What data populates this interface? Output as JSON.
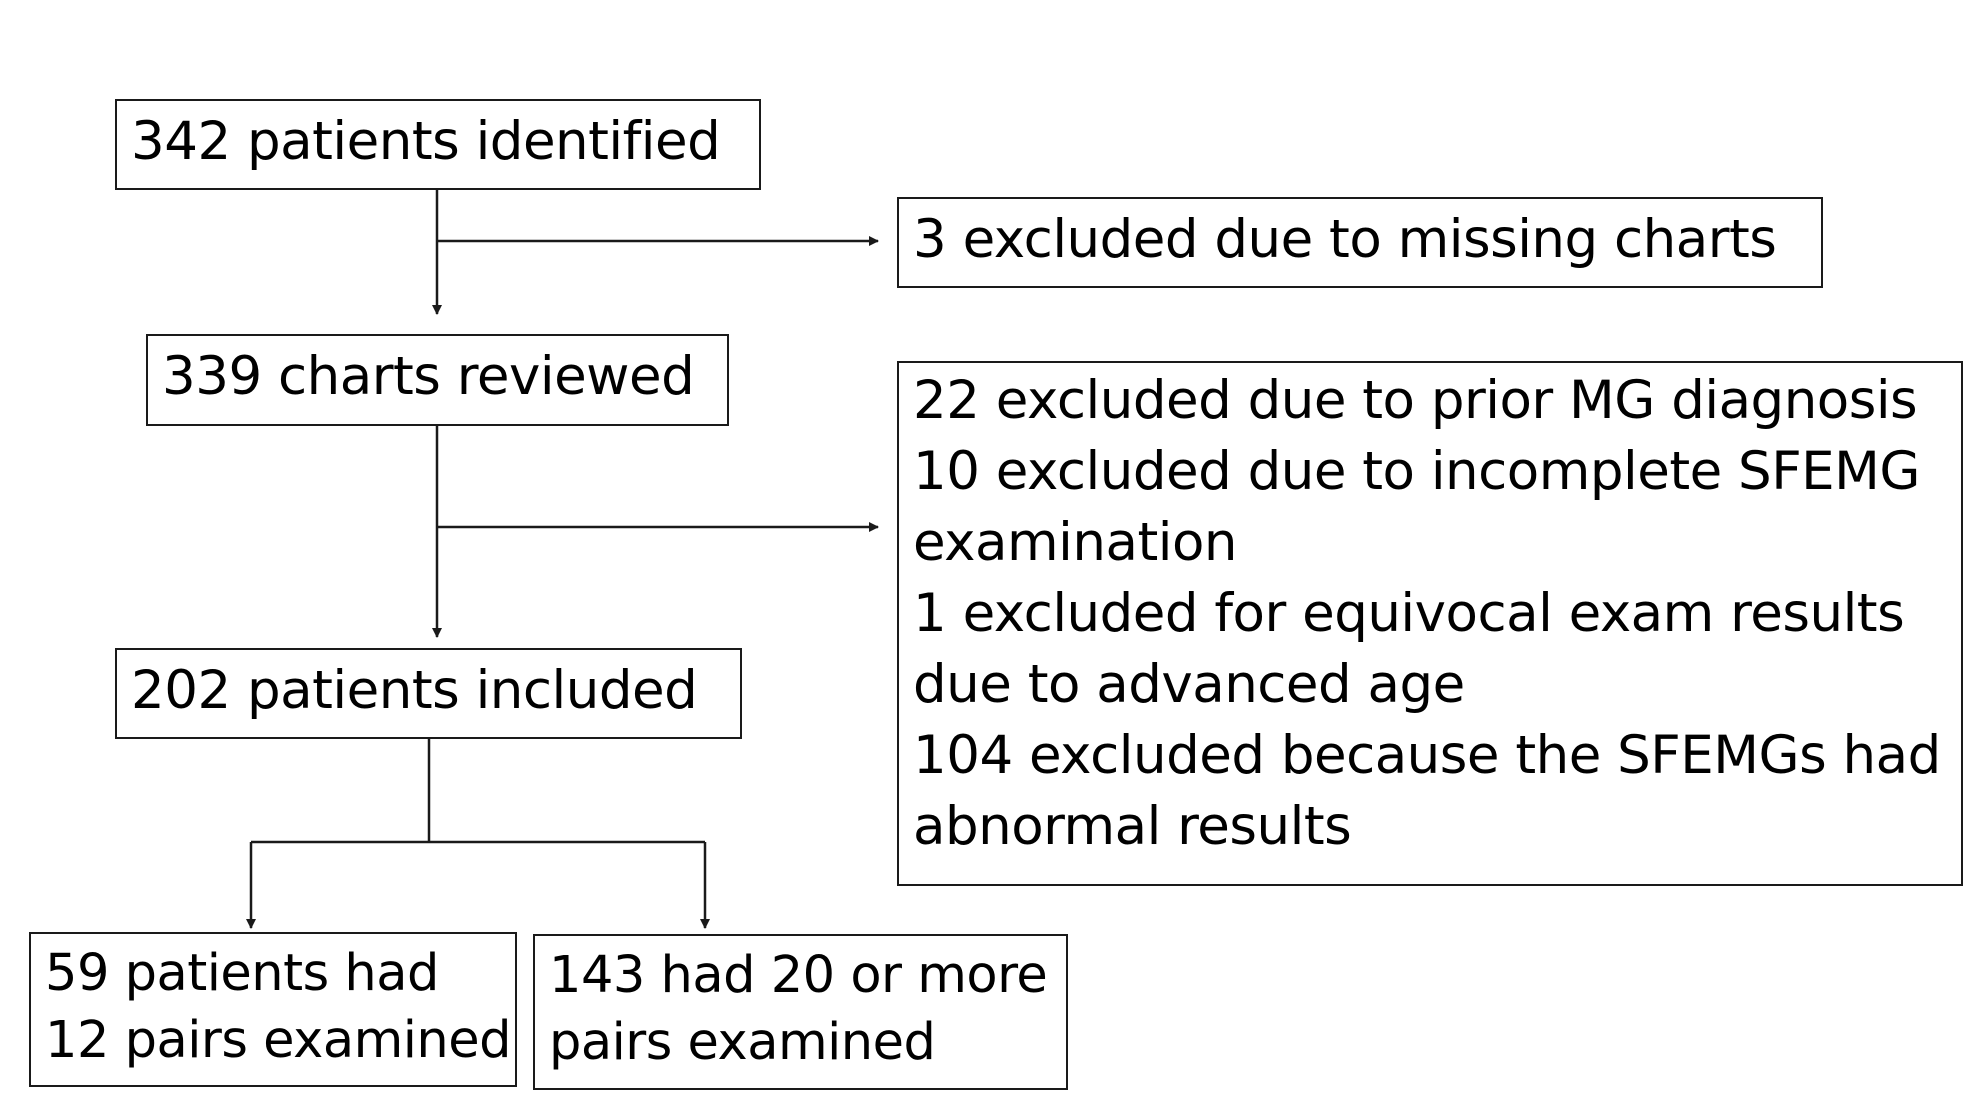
{
  "flowchart": {
    "identified": "342 patients identified",
    "excluded_missing": "3 excluded due to missing charts",
    "reviewed": "339 charts reviewed",
    "exclusions": [
      "22 excluded due to prior MG diagnosis",
      "10 excluded due to incomplete SFEMG",
      "examination",
      "1 excluded for equivocal exam results",
      "due to advanced age",
      "104 excluded because the SFEMGs had",
      "abnormal results"
    ],
    "included": "202 patients included",
    "group_12": [
      "59 patients had",
      "12 pairs examined"
    ],
    "group_20": [
      "143 had 20 or more",
      "pairs examined"
    ]
  }
}
